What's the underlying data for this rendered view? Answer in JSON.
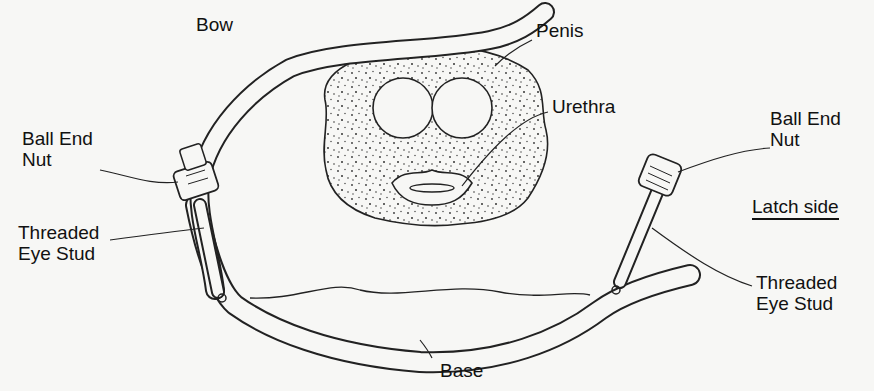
{
  "diagram": {
    "labels": [
      "Bow",
      "Penis",
      "Urethra",
      "Ball End Nut",
      "Ball End Nut",
      "Latch side",
      "Threaded Eye Stud",
      "Threaded Eye Stud",
      "Base"
    ]
  }
}
